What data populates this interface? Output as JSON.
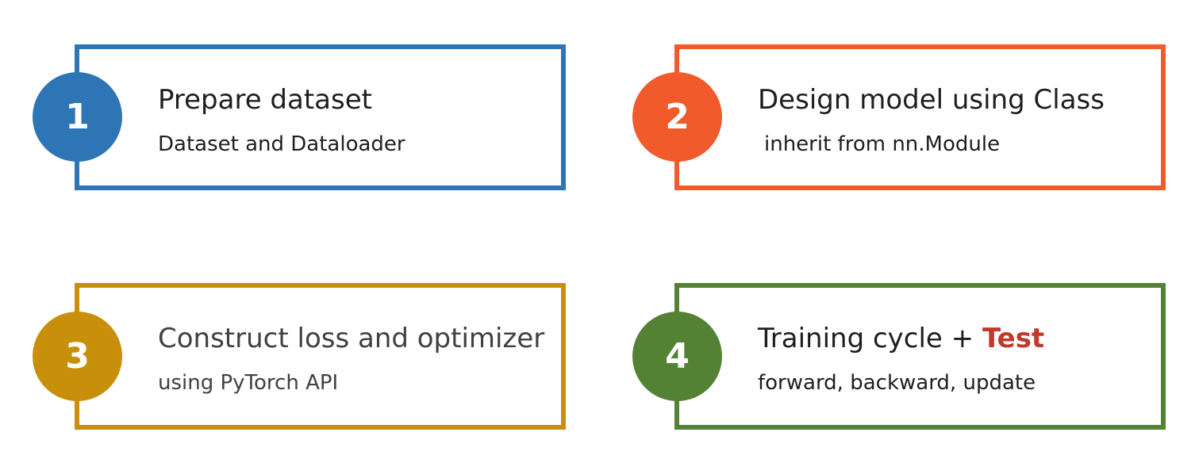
{
  "steps": [
    {
      "number": "1",
      "title": "Prepare dataset",
      "subtitle": "Dataset and Dataloader",
      "color": "#2e75b6"
    },
    {
      "number": "2",
      "title": "Design model using Class",
      "subtitle": "inherit from nn.Module",
      "color": "#f15a2b"
    },
    {
      "number": "3",
      "title": "Construct loss and optimizer",
      "subtitle": "using PyTorch API",
      "color": "#c8900a"
    },
    {
      "number": "4",
      "title": "Training cycle +",
      "title_highlight": "Test",
      "subtitle": "forward, backward, update",
      "color": "#548235",
      "highlight_color": "#c0392b"
    }
  ]
}
